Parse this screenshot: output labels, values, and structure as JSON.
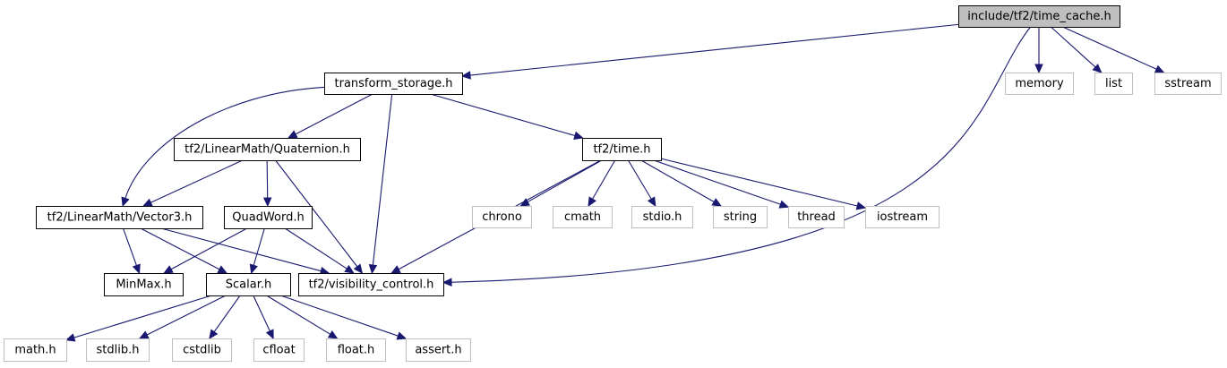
{
  "colors": {
    "edge": "#191970",
    "root_fill": "#bfbfbf",
    "local_border": "#000000",
    "system_border": "#bfbfbf"
  },
  "nodes": [
    {
      "id": "time_cache",
      "label": "include/tf2/time_cache.h",
      "kind": "root"
    },
    {
      "id": "transform_storage",
      "label": "transform_storage.h",
      "kind": "local"
    },
    {
      "id": "memory",
      "label": "memory",
      "kind": "system"
    },
    {
      "id": "list",
      "label": "list",
      "kind": "system"
    },
    {
      "id": "sstream",
      "label": "sstream",
      "kind": "system"
    },
    {
      "id": "quaternion",
      "label": "tf2/LinearMath/Quaternion.h",
      "kind": "local"
    },
    {
      "id": "time",
      "label": "tf2/time.h",
      "kind": "local"
    },
    {
      "id": "vector3",
      "label": "tf2/LinearMath/Vector3.h",
      "kind": "local"
    },
    {
      "id": "quadword",
      "label": "QuadWord.h",
      "kind": "local"
    },
    {
      "id": "chrono",
      "label": "chrono",
      "kind": "system"
    },
    {
      "id": "cmath",
      "label": "cmath",
      "kind": "system"
    },
    {
      "id": "stdio",
      "label": "stdio.h",
      "kind": "system"
    },
    {
      "id": "string",
      "label": "string",
      "kind": "system"
    },
    {
      "id": "thread",
      "label": "thread",
      "kind": "system"
    },
    {
      "id": "iostream",
      "label": "iostream",
      "kind": "system"
    },
    {
      "id": "minmax",
      "label": "MinMax.h",
      "kind": "local"
    },
    {
      "id": "scalar",
      "label": "Scalar.h",
      "kind": "local"
    },
    {
      "id": "visibility",
      "label": "tf2/visibility_control.h",
      "kind": "local"
    },
    {
      "id": "math",
      "label": "math.h",
      "kind": "system"
    },
    {
      "id": "stdlib",
      "label": "stdlib.h",
      "kind": "system"
    },
    {
      "id": "cstdlib",
      "label": "cstdlib",
      "kind": "system"
    },
    {
      "id": "cfloat",
      "label": "cfloat",
      "kind": "system"
    },
    {
      "id": "float",
      "label": "float.h",
      "kind": "system"
    },
    {
      "id": "assert",
      "label": "assert.h",
      "kind": "system"
    }
  ],
  "edges": [
    [
      "time_cache",
      "transform_storage"
    ],
    [
      "time_cache",
      "memory"
    ],
    [
      "time_cache",
      "list"
    ],
    [
      "time_cache",
      "sstream"
    ],
    [
      "time_cache",
      "visibility"
    ],
    [
      "transform_storage",
      "vector3"
    ],
    [
      "transform_storage",
      "quaternion"
    ],
    [
      "transform_storage",
      "visibility"
    ],
    [
      "transform_storage",
      "time"
    ],
    [
      "quaternion",
      "vector3"
    ],
    [
      "quaternion",
      "quadword"
    ],
    [
      "quaternion",
      "visibility"
    ],
    [
      "time",
      "chrono"
    ],
    [
      "time",
      "cmath"
    ],
    [
      "time",
      "stdio"
    ],
    [
      "time",
      "string"
    ],
    [
      "time",
      "thread"
    ],
    [
      "time",
      "iostream"
    ],
    [
      "time",
      "visibility"
    ],
    [
      "vector3",
      "minmax"
    ],
    [
      "vector3",
      "scalar"
    ],
    [
      "vector3",
      "visibility"
    ],
    [
      "quadword",
      "minmax"
    ],
    [
      "quadword",
      "scalar"
    ],
    [
      "quadword",
      "visibility"
    ],
    [
      "scalar",
      "math"
    ],
    [
      "scalar",
      "stdlib"
    ],
    [
      "scalar",
      "cstdlib"
    ],
    [
      "scalar",
      "cfloat"
    ],
    [
      "scalar",
      "float"
    ],
    [
      "scalar",
      "assert"
    ]
  ]
}
